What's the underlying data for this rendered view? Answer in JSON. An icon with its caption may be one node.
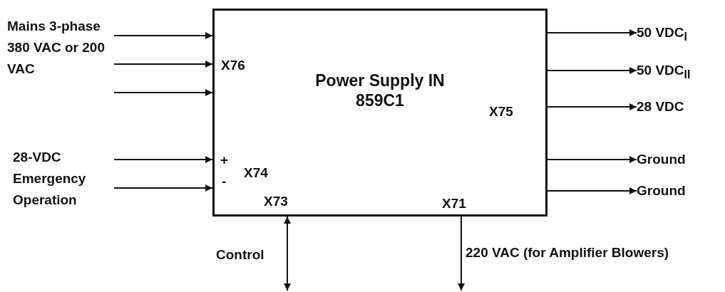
{
  "diagram": {
    "nodes": [
      {
        "text": [
          "Power Supply IN 859C1"
        ]
      },
      {
        "text": [
          "Mains 3-phase 380 VAC or 200 VAC"
        ]
      },
      {
        "text": [
          "28-VDC Emergency Operation"
        ]
      },
      {
        "text": [
          "50 VDC$_{I}$"
        ]
      },
      {
        "text": [
          "50 VDC$_{II}$"
        ]
      },
      {
        "text": [
          "28 VDC"
        ]
      },
      {
        "text": [
          "Ground"
        ]
      },
      {
        "text": [
          "Ground"
        ]
      }
    ],
    "edges": [
      {
        "from": 1,
        "to": 0,
        "arrow": "to"
      },
      {
        "from": 1,
        "to": 0,
        "arrow": "to"
      },
      {
        "from": 1,
        "to": 0,
        "arrow": "to"
      },
      {
        "from": 2,
        "to": 0,
        "arrow": "to"
      },
      {
        "from": 2,
        "to": 0,
        "arrow": "to"
      },
      {
        "from": 0,
        "to": 3,
        "arrow": "to"
      },
      {
        "from": 0,
        "to": 4,
        "arrow": "to"
      },
      {
        "from": 0,
        "to": 5,
        "arrow": "to"
      },
      {
        "from": 0,
        "to": 6,
        "arrow": "to"
      },
      {
        "from": 0,
        "to": 7,
        "arrow": "to"
      },
      {
        "from": null,
        "to": 0,
        "arrow": "both",
        "label": "Control"
      },
      {
        "from": 0,
        "to": null,
        "arrow": "to",
        "label": "220 VAC (for Amplifier Blowers)"
      }
    ],
    "labels": [
      "X76",
      "X75",
      "+",
      "X74",
      "-",
      "X73",
      "X71"
    ]
  }
}
